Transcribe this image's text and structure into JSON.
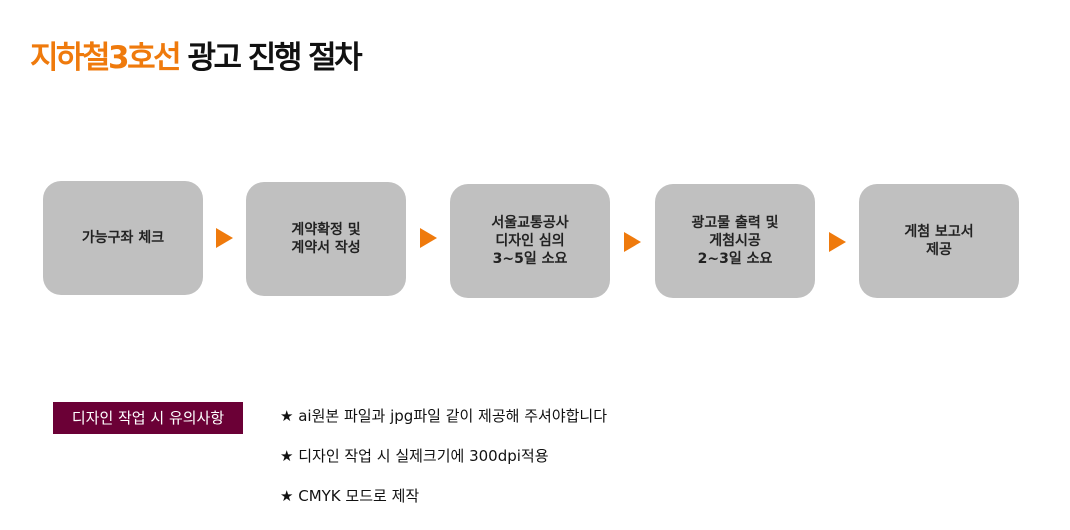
{
  "title": {
    "accent": "지하철3호선",
    "rest": " 광고 진행 절차"
  },
  "colors": {
    "accent": "#ef7a0c",
    "step_box": "#c0c0c0",
    "notes_label_bg": "#6b0036"
  },
  "steps": [
    {
      "label": "가능구좌 체크"
    },
    {
      "label": "계약확정 및\n계약서 작성"
    },
    {
      "label": "서울교통공사\n 디자인 심의\n3~5일 소요"
    },
    {
      "label": "광고물 출력 및\n게첨시공\n2~3일 소요"
    },
    {
      "label": "게첨 보고서\n제공"
    }
  ],
  "notes": {
    "label": "디자인 작업 시 유의사항",
    "items": [
      "★ ai원본 파일과 jpg파일 같이 제공해 주셔야합니다",
      "★ 디자인 작업 시 실제크기에 300dpi적용",
      "★ CMYK 모드로 제작"
    ]
  }
}
